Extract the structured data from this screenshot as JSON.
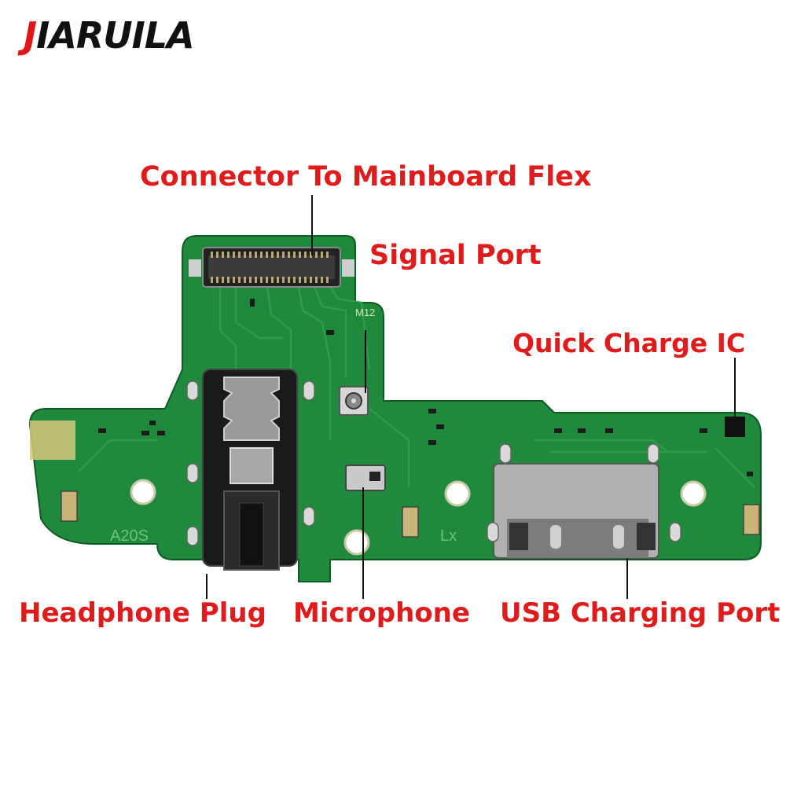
{
  "brand": {
    "first_letter": "J",
    "rest": "IARUILA"
  },
  "labels": {
    "connector": "Connector To Mainboard Flex",
    "signal_port": "Signal Port",
    "quick_charge_ic": "Quick Charge IC",
    "headphone_plug": "Headphone Plug",
    "microphone": "Microphone",
    "usb_charging_port": "USB Charging Port"
  },
  "silkscreen": {
    "model": "A20S",
    "code": "M12",
    "lx": "Lx"
  },
  "colors": {
    "label_red": "#e01b1b",
    "pcb_green": "#1f8a3c",
    "pcb_dark": "#167030"
  }
}
